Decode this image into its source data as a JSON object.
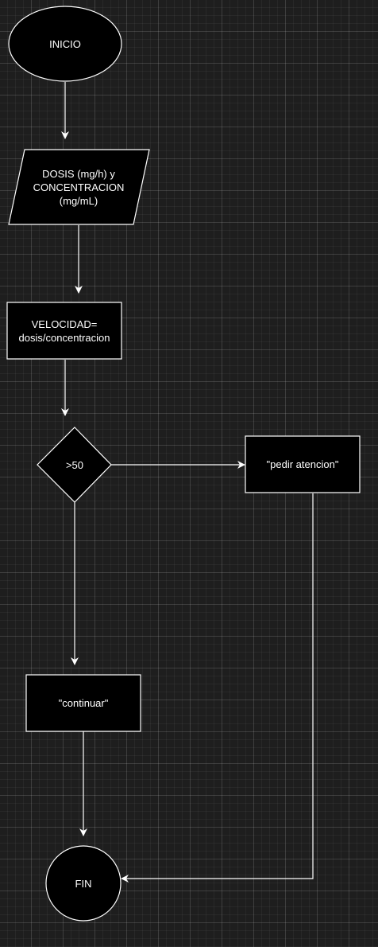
{
  "colors": {
    "background": "#1e1e1e",
    "shape_fill": "#000000",
    "stroke": "#ffffff",
    "text": "#ffffff"
  },
  "nodes": {
    "start": {
      "shape": "ellipse",
      "label": "INICIO"
    },
    "input": {
      "shape": "parallelogram",
      "label": "DOSIS (mg/h) y\nCONCENTRACION\n(mg/mL)"
    },
    "process": {
      "shape": "rectangle",
      "label": "VELOCIDAD=\ndosis/concentracion"
    },
    "decision": {
      "shape": "diamond",
      "label": ">50"
    },
    "output_attention": {
      "shape": "rectangle",
      "label": "\"pedir atencion\""
    },
    "output_continue": {
      "shape": "rectangle",
      "label": "\"continuar\""
    },
    "end": {
      "shape": "ellipse",
      "label": "FIN"
    }
  },
  "edges": [
    {
      "from": "start",
      "to": "input"
    },
    {
      "from": "input",
      "to": "process"
    },
    {
      "from": "process",
      "to": "decision"
    },
    {
      "from": "decision",
      "to": "output_attention"
    },
    {
      "from": "decision",
      "to": "output_continue"
    },
    {
      "from": "output_continue",
      "to": "end"
    },
    {
      "from": "output_attention",
      "to": "end"
    }
  ]
}
